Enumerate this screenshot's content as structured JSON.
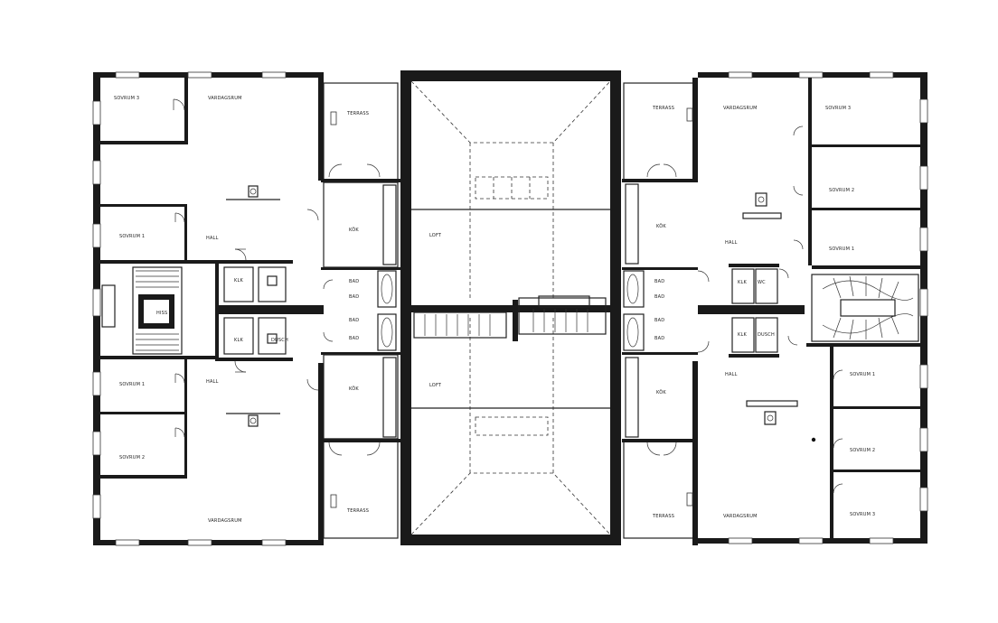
{
  "rooms": {
    "left_top": {
      "sovrum3": "SOVRUM 3",
      "vardagsrum": "VARDAGSRUM",
      "terrass": "TERRASS",
      "sovrum1": "SOVRUM 1",
      "hall": "HALL",
      "kok": "KÖK",
      "klk": "KLK",
      "bad": "BAD"
    },
    "left_bottom": {
      "sovrum1": "SOVRUM 1",
      "hall": "HALL",
      "sovrum2": "SOVRUM 2",
      "vardagsrum": "VARDAGSRUM",
      "terrass": "TERRASS",
      "kok": "KÖK",
      "klk": "KLK",
      "bad": "BAD",
      "dusch": "DUSCH"
    },
    "left_core": {
      "hiss": "HISS"
    },
    "loft": {
      "top": "LOFT",
      "bottom": "LOFT"
    },
    "right_top": {
      "terrass": "TERRASS",
      "vardagsrum": "VARDAGSRUM",
      "sovrum3": "SOVRUM 3",
      "sovrum2": "SOVRUM 2",
      "sovrum1": "SOVRUM 1",
      "hall": "HALL",
      "kok": "KÖK",
      "bad": "BAD",
      "klk": "KLK",
      "wc": "WC"
    },
    "right_bottom": {
      "bad": "BAD",
      "kok": "KÖK",
      "hall": "HALL",
      "klk": "KLK",
      "dusch": "DUSCH",
      "sovrum1": "SOVRUM 1",
      "sovrum2": "SOVRUM 2",
      "sovrum3": "SOVRUM 3",
      "terrass": "TERRASS",
      "vardagsrum": "VARDAGSRUM"
    }
  }
}
